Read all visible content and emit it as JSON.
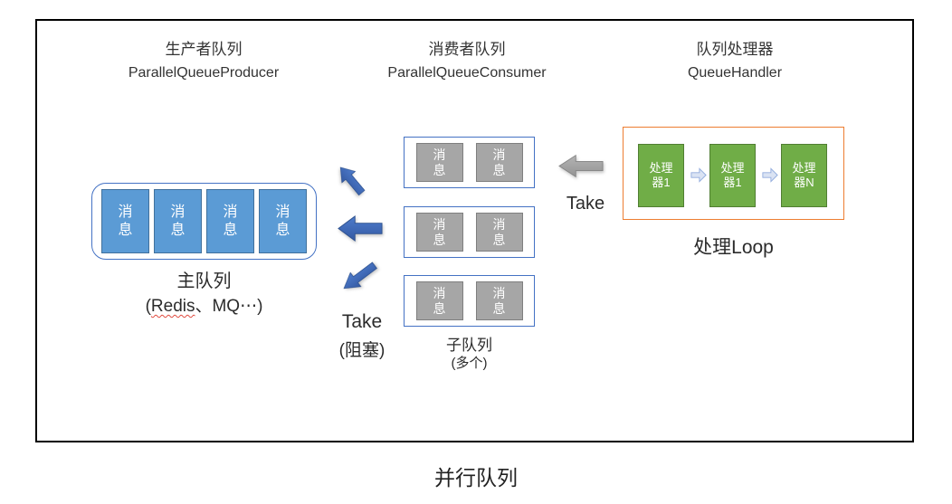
{
  "title": "并行队列",
  "headers": [
    {
      "zh": "生产者队列",
      "en": "ParallelQueueProducer"
    },
    {
      "zh": "消费者队列",
      "en": "ParallelQueueConsumer"
    },
    {
      "zh": "队列处理器",
      "en": "QueueHandler"
    }
  ],
  "main_queue": {
    "messages": [
      "消息",
      "消息",
      "消息",
      "消息"
    ],
    "label": "主队列",
    "sublabel_open": "(",
    "sublabel_redis": "Redis",
    "sublabel_rest": "、MQ⋯)"
  },
  "sub_queues": {
    "rows": [
      {
        "messages": [
          "消息",
          "消息"
        ]
      },
      {
        "messages": [
          "消息",
          "消息"
        ]
      },
      {
        "messages": [
          "消息",
          "消息"
        ]
      }
    ],
    "label": "子队列",
    "sublabel": "(多个)"
  },
  "handler": {
    "processors": [
      "处理器1",
      "处理器1",
      "处理器N"
    ],
    "label": "处理Loop"
  },
  "arrows": {
    "take_blocking_line1": "Take",
    "take_blocking_line2": "(阻塞)",
    "take_label": "Take"
  },
  "colors": {
    "message_blue": "#5B9BD5",
    "message_gray": "#A6A6A6",
    "processor_green": "#70AD47",
    "handler_border_orange": "#ED7D31",
    "queue_border_blue": "#4472C4",
    "arrow_blue": "#3E66B0",
    "arrow_gray": "#A3A3A3",
    "frame_black": "#000000"
  }
}
